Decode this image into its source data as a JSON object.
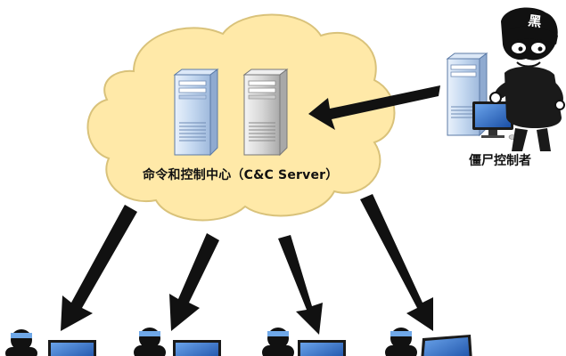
{
  "labels": {
    "cc_center": "命令和控制中心（C&C Server）",
    "zombie_controller": "僵尸控制者",
    "badge": "黑"
  },
  "colors": {
    "cloud_fill": "#ffe9a8",
    "cloud_stroke": "#d9c27a",
    "arrow": "#111111",
    "server_blue": "#c9dcf2",
    "server_gray": "#d8d8d8",
    "monitor_screen": "#1f5fb8"
  },
  "icons": [
    "cloud-icon",
    "server-icon",
    "hacker-icon",
    "arrow-icon",
    "bot-user-icon",
    "laptop-icon"
  ]
}
